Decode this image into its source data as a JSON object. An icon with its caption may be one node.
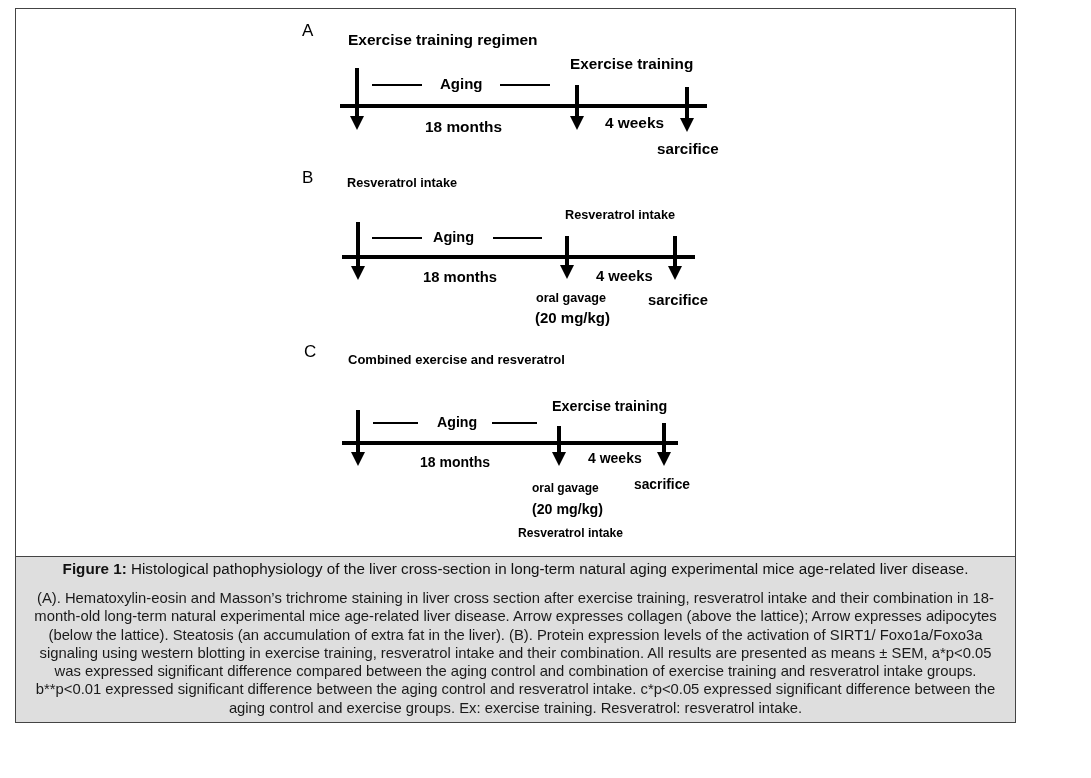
{
  "diagram": {
    "caption": "**Figure 1:** Histological pathophysiology of the liver cross-section in long-term natural aging experimental mice age-related liver disease.",
    "labels": [
      "A",
      "Exercise training regimen",
      "Exercise training",
      "Aging",
      "18 months",
      "4 weeks",
      "sarcifice",
      "B",
      "Resveratrol intake",
      "Resveratrol intake",
      "Aging",
      "18 months",
      "4 weeks",
      "oral gavage",
      "(20 mg/kg)",
      "sarcifice",
      "C",
      "Combined exercise and resveratrol",
      "Exercise training",
      "Aging",
      "18 months",
      "4 weeks",
      "oral gavage",
      "(20 mg/kg)",
      "sacrifice",
      "Resveratrol intake",
      "(A). Hematoxylin-eosin and Masson’s trichrome staining in liver cross section after exercise training, resveratrol intake and their combination in 18-month-old long-term natural experimental mice age-related liver disease. Arrow expresses collagen (above the lattice); Arrow expresses adipocytes (below the lattice). Steatosis (an accumulation of extra fat in the liver). (B). Protein expression levels of the activation of SIRT1/ Foxo1a/Foxo3a signaling using western blotting in exercise training, resveratrol intake and their combination. All results are presented as means ± SEM, a*p<0.05 was expressed significant difference compared between the aging control and combination of exercise training and resveratrol intake groups. b**p<0.01 expressed significant difference between the aging control and resveratrol intake. c*p<0.05 expressed significant difference between the aging control and exercise groups. Ex: exercise training. Resveratrol: resveratrol intake."
    ]
  }
}
